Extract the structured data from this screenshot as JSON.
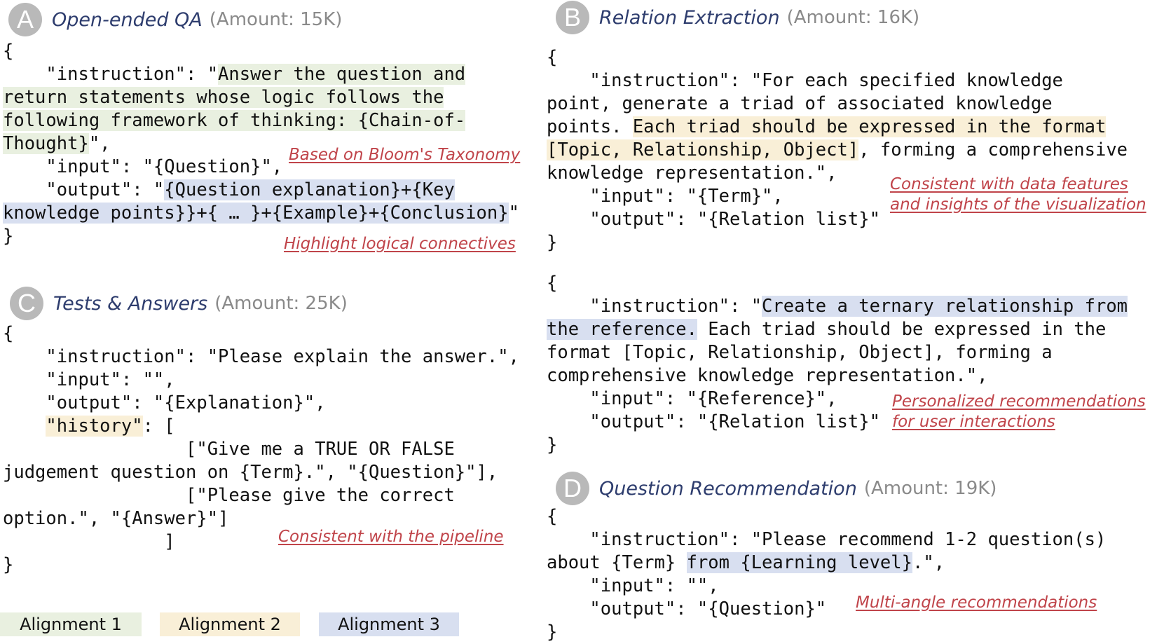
{
  "panels": {
    "a": {
      "badge": "A",
      "title": "Open-ended QA",
      "amount": "(Amount: 15K)",
      "code": {
        "l1": "{",
        "l2a": "    \"instruction\": \"",
        "l2b": "Answer the question and",
        "l3": "return statements whose logic follows the",
        "l4": "following framework of thinking: {Chain-of-",
        "l5a": "Thought}",
        "l5b": "\",",
        "l6": "    \"input\": \"{Question}\",",
        "l7a": "    \"output\": \"",
        "l7b": "{Question explanation}+{Key",
        "l8a": "knowledge points}}+{ … }+{Example}+{Conclusion}",
        "l8b": "\"",
        "l9": "}"
      },
      "notes": [
        "Based on Bloom's Taxonomy",
        "Highlight logical connectives"
      ]
    },
    "b": {
      "badge": "B",
      "title": "Relation Extraction",
      "amount": "(Amount: 16K)",
      "code1": {
        "l1": "{",
        "l2": "    \"instruction\": \"For each specified knowledge",
        "l3": "point, generate a triad of associated knowledge",
        "l4a": "points. ",
        "l4b": "Each triad should be expressed in the format",
        "l5a": "[Topic, Relationship, Object]",
        "l5b": ", forming a comprehensive",
        "l6": "knowledge representation.\",",
        "l7": "    \"input\": \"{Term}\",",
        "l8": "    \"output\": \"{Relation list}\"",
        "l9": "}"
      },
      "code2": {
        "l1": "{",
        "l2a": "    \"instruction\": \"",
        "l2b": "Create a ternary relationship from",
        "l3a": "the reference.",
        "l3b": " Each triad should be expressed in the",
        "l4": "format [Topic, Relationship, Object], forming a",
        "l5": "comprehensive knowledge representation.\",",
        "l6": "    \"input\": \"{Reference}\",",
        "l7": "    \"output\": \"{Relation list}\"",
        "l8": "}"
      },
      "note1": [
        "Consistent with data features",
        "and insights of the visualization"
      ],
      "note2": [
        "Personalized recommendations",
        "for user interactions"
      ]
    },
    "c": {
      "badge": "C",
      "title": "Tests & Answers",
      "amount": "(Amount: 25K)",
      "code": {
        "l1": "{",
        "l2": "    \"instruction\": \"Please explain the answer.\",",
        "l3": "    \"input\": \"\",",
        "l4": "    \"output\": \"{Explanation}\",",
        "l5a": "    ",
        "l5b": "\"history\"",
        "l5c": ": [",
        "l6": "                 [\"Give me a TRUE OR FALSE",
        "l7": "judgement question on {Term}.\", \"{Question}\"],",
        "l8": "                 [\"Please give the correct",
        "l9": "option.\", \"{Answer}\"]",
        "l10": "               ]",
        "l11": "}"
      },
      "note": "Consistent with the pipeline"
    },
    "d": {
      "badge": "D",
      "title": "Question Recommendation",
      "amount": "(Amount: 19K)",
      "code": {
        "l1": "{",
        "l2": "    \"instruction\": \"Please recommend 1-2 question(s)",
        "l3a": "about {Term} ",
        "l3b": "from {Learning level}",
        "l3c": ".\",",
        "l4": "    \"input\": \"\",",
        "l5": "    \"output\": \"{Question}\"",
        "l6": "}"
      },
      "note": "Multi-angle recommendations"
    }
  },
  "legend": [
    "Alignment 1",
    "Alignment 2",
    "Alignment 3"
  ],
  "colors": {
    "alignment_1": "#e9f0e0",
    "alignment_2": "#f9efd7",
    "alignment_3": "#d8dff0",
    "note_red": "#c0444a",
    "title_blue": "#2e3d6e",
    "badge_gray": "#b9b9b9"
  }
}
